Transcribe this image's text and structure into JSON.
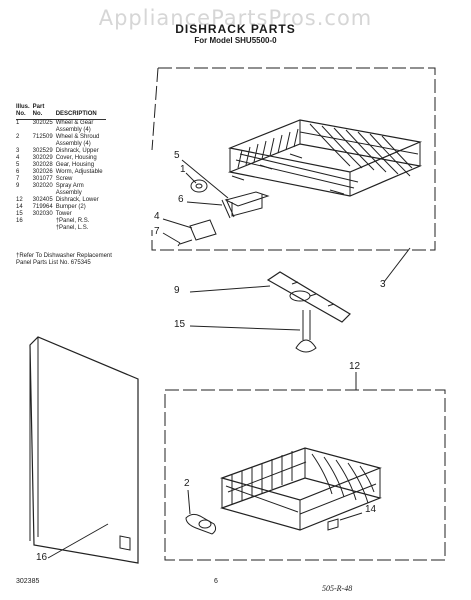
{
  "watermark": "AppliancePartsPros.com",
  "title": "DISHRACK PARTS",
  "subtitle": "For Model SHU5500-0",
  "table": {
    "headers": [
      {
        "line1": "Illus.",
        "line2": "No."
      },
      {
        "line1": "Part",
        "line2": "No."
      },
      {
        "line1": "",
        "line2": "DESCRIPTION"
      }
    ],
    "rows": [
      {
        "illus": "1",
        "part": "302025",
        "desc": "Wheel & Gear"
      },
      {
        "illus": "",
        "part": "",
        "desc": "Assembly (4)"
      },
      {
        "illus": "2",
        "part": "712509",
        "desc": "Wheel & Shroud"
      },
      {
        "illus": "",
        "part": "",
        "desc": "Assembly (4)"
      },
      {
        "illus": "3",
        "part": "302529",
        "desc": "Dishrack, Upper"
      },
      {
        "illus": "4",
        "part": "302029",
        "desc": "Cover, Housing"
      },
      {
        "illus": "5",
        "part": "302028",
        "desc": "Gear, Housing"
      },
      {
        "illus": "6",
        "part": "302026",
        "desc": "Worm, Adjustable"
      },
      {
        "illus": "7",
        "part": "301077",
        "desc": "Screw"
      },
      {
        "illus": "9",
        "part": "302020",
        "desc": "Spray Arm"
      },
      {
        "illus": "",
        "part": "",
        "desc": "Assembly"
      },
      {
        "illus": "12",
        "part": "302405",
        "desc": "Dishrack, Lower"
      },
      {
        "illus": "14",
        "part": "719964",
        "desc": "Bumper (2)"
      },
      {
        "illus": "15",
        "part": "302030",
        "desc": "Tower"
      },
      {
        "illus": "16",
        "part": "",
        "desc": "†Panel, R.S."
      },
      {
        "illus": "",
        "part": "",
        "desc": "†Panel, L.S."
      }
    ]
  },
  "footnote": {
    "line1": "†Refer To Dishwasher Replacement",
    "line2": "Panel Parts List No. 675345"
  },
  "callouts": {
    "c1": "1",
    "c2": "2",
    "c3": "3",
    "c4": "4",
    "c5": "5",
    "c6": "6",
    "c7": "7",
    "c9": "9",
    "c12": "12",
    "c14": "14",
    "c15": "15",
    "c16": "16"
  },
  "bottom": {
    "doc_number": "302385",
    "page_number": "6",
    "signature": "505-R-48"
  }
}
